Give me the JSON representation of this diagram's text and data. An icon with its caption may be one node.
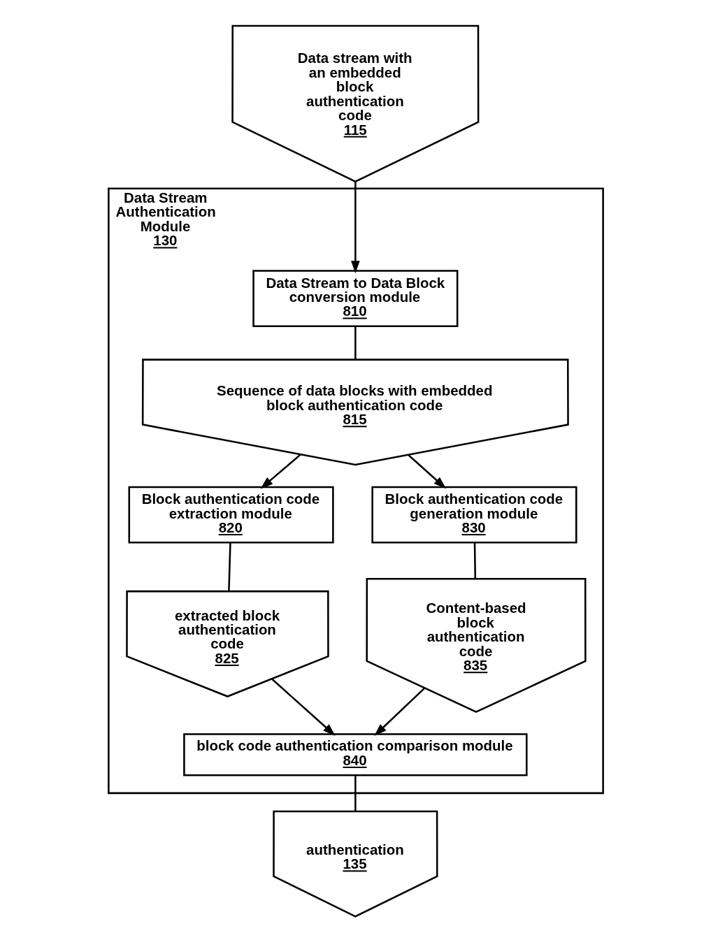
{
  "diagram": {
    "nodes": [
      {
        "text": [
          "Data Stream Authentication Module",
          "130"
        ]
      },
      {
        "text": [
          "Data stream with an embedded block authentication code",
          "115"
        ]
      },
      {
        "text": [
          "Data Stream to Data Block conversion module",
          "810"
        ],
        "in": 0
      },
      {
        "text": [
          "Sequence of data blocks with embedded block authentication code",
          "815"
        ],
        "in": 0
      },
      {
        "text": [
          "Block authentication code extraction module",
          "820"
        ],
        "in": 0
      },
      {
        "text": [
          "Block authentication code generation module",
          "830"
        ],
        "in": 0
      },
      {
        "text": [
          "extracted block authentication code",
          "825"
        ],
        "in": 0
      },
      {
        "text": [
          "Content-based block authentication code",
          "835"
        ],
        "in": 0
      },
      {
        "text": [
          "block code authentication comparison module",
          "840"
        ],
        "in": 0
      },
      {
        "text": [
          "authentication",
          "135"
        ]
      }
    ],
    "edges": [
      {
        "from": 1,
        "to": 2,
        "arrow": "to"
      },
      {
        "from": 2,
        "to": 3,
        "arrow": "none"
      },
      {
        "from": 3,
        "to": 4,
        "arrow": "to"
      },
      {
        "from": 3,
        "to": 5,
        "arrow": "to"
      },
      {
        "from": 4,
        "to": 6,
        "arrow": "none"
      },
      {
        "from": 5,
        "to": 7,
        "arrow": "none"
      },
      {
        "from": 6,
        "to": 8,
        "arrow": "to"
      },
      {
        "from": 7,
        "to": 8,
        "arrow": "to"
      },
      {
        "from": 8,
        "to": 9,
        "arrow": "none"
      }
    ]
  }
}
